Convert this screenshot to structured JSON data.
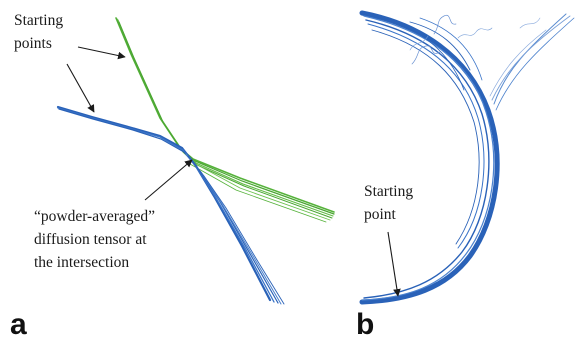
{
  "panels": {
    "a": {
      "label": "a",
      "annotation_starting_points": [
        "Starting",
        "points"
      ],
      "annotation_intersection": [
        "“powder-averaged”",
        "diffusion tensor at",
        "the intersection"
      ]
    },
    "b": {
      "label": "b",
      "annotation_starting_point": [
        "Starting",
        "point"
      ]
    }
  },
  "colors": {
    "green_tract": "#55b23a",
    "blue_tract": "#2a62b8",
    "arrow": "#1a1a1a"
  }
}
